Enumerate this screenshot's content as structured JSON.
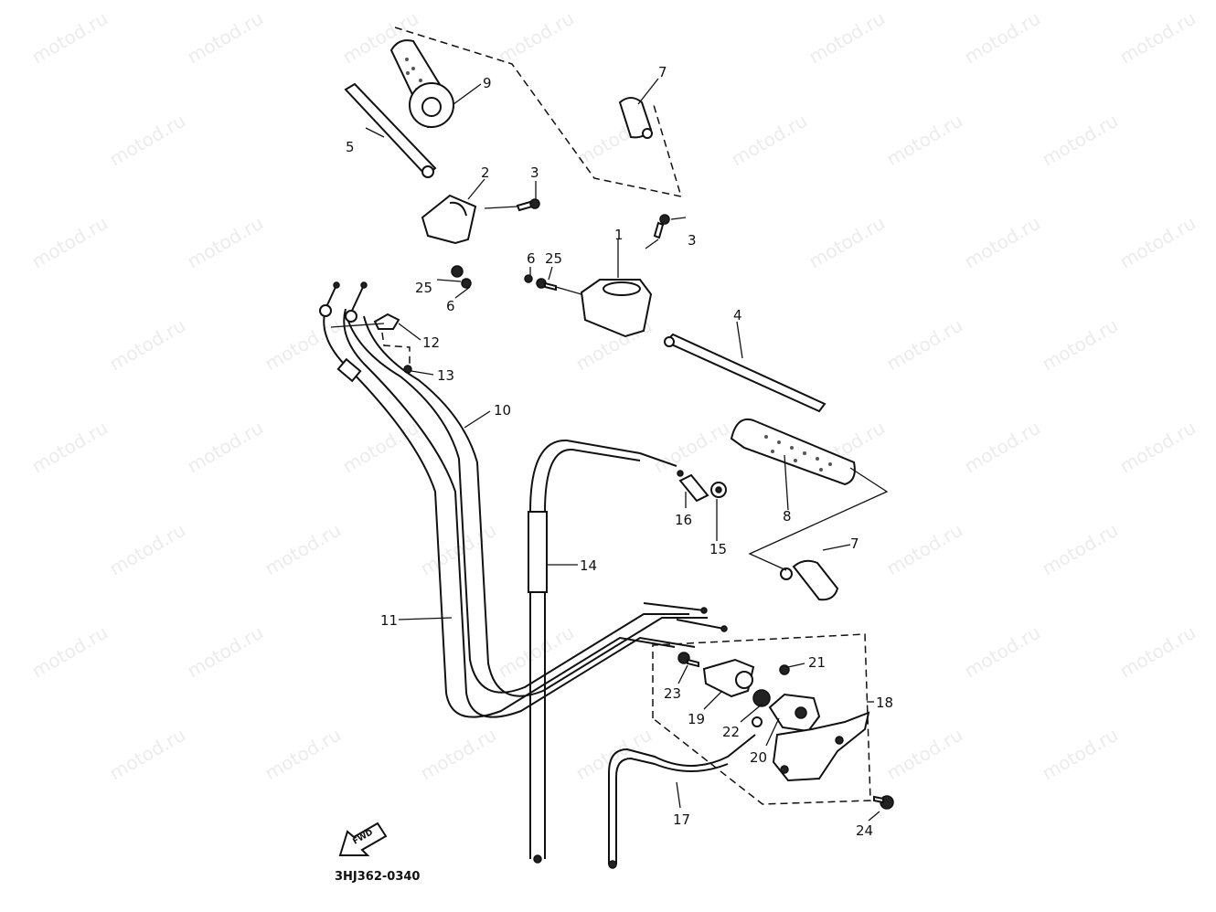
{
  "diagram": {
    "watermark": "motod.ru",
    "drawing_code": "3HJ362-0340",
    "fwd_label": "FWD",
    "parts": {
      "p1": "1",
      "p2": "2",
      "p3a": "3",
      "p3b": "3",
      "p4": "4",
      "p5": "5",
      "p6a": "6",
      "p6b": "6",
      "p7a": "7",
      "p7b": "7",
      "p8": "8",
      "p9": "9",
      "p10": "10",
      "p11": "11",
      "p12": "12",
      "p13": "13",
      "p14": "14",
      "p15": "15",
      "p16": "16",
      "p17": "17",
      "p18": "18",
      "p19": "19",
      "p20": "20",
      "p21": "21",
      "p22": "22",
      "p23": "23",
      "p24": "24",
      "p25a": "25",
      "p25b": "25"
    }
  }
}
